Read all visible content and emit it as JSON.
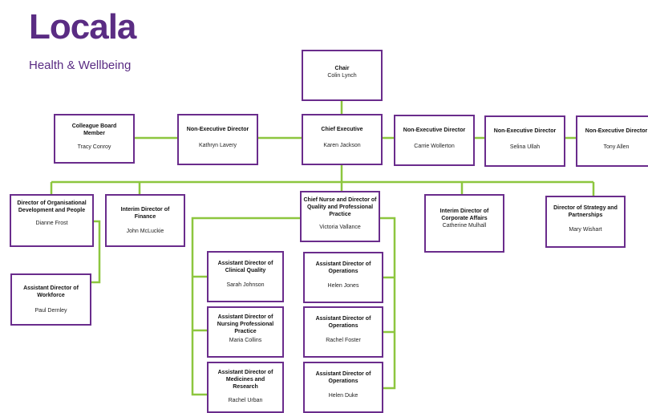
{
  "logo": {
    "wordmark": "Locala",
    "tagline": "Health & Wellbeing",
    "primary_color": "#5a2c83",
    "accent_color": "#a6cd3a"
  },
  "colors": {
    "box_border": "#6a2c8c",
    "connector": "#8dc63f"
  },
  "org": {
    "chair": {
      "title": "Chair",
      "name": "Colin Lynch"
    },
    "ceo": {
      "title": "Chief Executive",
      "name": "Karen Jackson"
    },
    "colleague_board": {
      "title": "Colleague Board Member",
      "name": "Tracy Conroy"
    },
    "ned1": {
      "title": "Non-Executive Director",
      "name": "Kathryn Lavery"
    },
    "ned2": {
      "title": "Non-Executive Director",
      "name": "Carrie Wollerton"
    },
    "ned3": {
      "title": "Non-Executive Director",
      "name": "Selina Ullah"
    },
    "ned4": {
      "title": "Non-Executive Director",
      "name": "Tony Allen"
    },
    "dir_od": {
      "title": "Director of Organisational Development and People",
      "name": "Dianne Frost"
    },
    "dir_finance": {
      "title": "Interim Director of Finance",
      "name": "John McLuckie"
    },
    "chief_nurse": {
      "title": "Chief Nurse and Director of Quality and Professional Practice",
      "name": "Victoria Vallance"
    },
    "dir_corporate": {
      "title": "Interim Director of Corporate Affairs",
      "name": "Catherine Mulhall"
    },
    "dir_strategy": {
      "title": "Director of Strategy and Partnerships",
      "name": "Mary Wishart"
    },
    "ad_workforce": {
      "title": "Assistant Director of Workforce",
      "name": "Paul Dernley"
    },
    "ad_clinical": {
      "title": "Assistant Director of Clinical Quality",
      "name": "Sarah Johnson"
    },
    "ad_nursing": {
      "title": "Assistant Director of Nursing Professional Practice",
      "name": "Maria Collins"
    },
    "ad_medicines": {
      "title": "Assistant Director of Medicines and Research",
      "name": "Rachel Urban"
    },
    "ad_ops1": {
      "title": "Assistant Director of Operations",
      "name": "Helen Jones"
    },
    "ad_ops2": {
      "title": "Assistant Director of Operations",
      "name": "Rachel Foster"
    },
    "ad_ops3": {
      "title": "Assistant Director of Operations",
      "name": "Helen Duke"
    }
  }
}
